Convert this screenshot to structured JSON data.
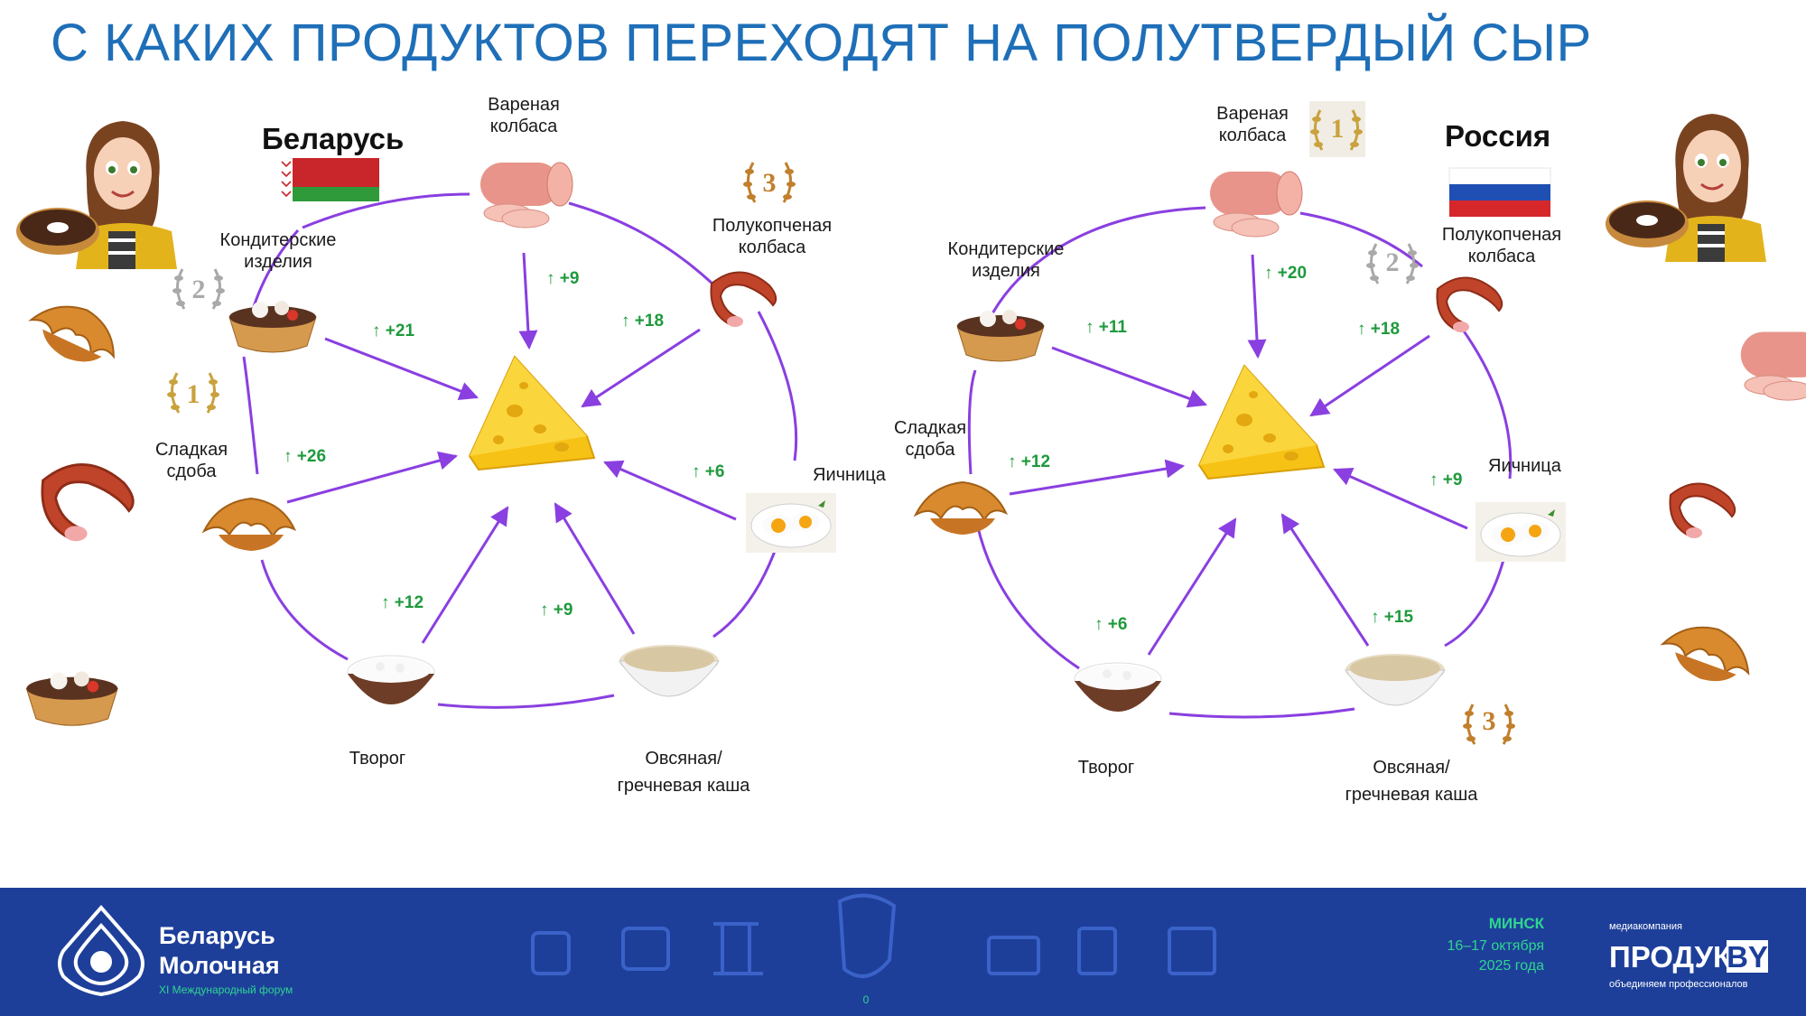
{
  "page": {
    "title": "С КАКИХ ПРОДУКТОВ ПЕРЕХОДЯТ НА ПОЛУТВЕРДЫЙ СЫР"
  },
  "colors": {
    "title": "#1e6fb8",
    "ring": "#8a3fe0",
    "delta": "#1e9a3c",
    "footer": "#1d3f9a",
    "footer_accent": "#2fd58f",
    "medal_gold": "#c9a23d",
    "medal_silver": "#a9a9a9",
    "medal_bronze": "#c17f2c"
  },
  "belarus": {
    "country": "Беларусь",
    "flag_icon": "belarus-flag-icon",
    "products": {
      "boiled_sausage": {
        "label_line1": "Вареная",
        "label_line2": "колбаса",
        "delta": "↑ +9",
        "icon": "boiled-sausage-icon"
      },
      "smoked_sausage": {
        "label_line1": "Полукопченая",
        "label_line2": "колбаса",
        "delta": "↑ +18",
        "icon": "smoked-sausage-icon",
        "rank": "3"
      },
      "eggs": {
        "label_line1": "Яичница",
        "delta": "↑ +6",
        "icon": "fried-eggs-icon"
      },
      "porridge": {
        "label_line1": "Овсяная/",
        "label_line2": "гречневая каша",
        "delta": "↑ +9",
        "icon": "porridge-bowl-icon"
      },
      "cottage": {
        "label_line1": "Творог",
        "delta": "↑ +12",
        "icon": "cottage-cheese-icon"
      },
      "sweet_bun": {
        "label_line1": "Сладкая",
        "label_line2": "сдоба",
        "delta": "↑ +26",
        "icon": "croissant-icon",
        "rank": "1"
      },
      "confectionery": {
        "label_line1": "Кондитерские",
        "label_line2": "изделия",
        "delta": "↑ +21",
        "icon": "tartlet-icon",
        "rank": "2"
      }
    }
  },
  "russia": {
    "country": "Россия",
    "flag_icon": "russia-flag-icon",
    "products": {
      "boiled_sausage": {
        "label_line1": "Вареная",
        "label_line2": "колбаса",
        "delta": "↑ +20",
        "icon": "boiled-sausage-icon",
        "rank": "1"
      },
      "smoked_sausage": {
        "label_line1": "Полукопченая",
        "label_line2": "колбаса",
        "delta": "↑ +18",
        "icon": "smoked-sausage-icon",
        "rank": "2"
      },
      "eggs": {
        "label_line1": "Яичница",
        "delta": "↑ +9",
        "icon": "fried-eggs-icon"
      },
      "porridge": {
        "label_line1": "Овсяная/",
        "label_line2": "гречневая каша",
        "delta": "↑ +15",
        "icon": "porridge-bowl-icon",
        "rank": "3"
      },
      "cottage": {
        "label_line1": "Творог",
        "delta": "↑ +6",
        "icon": "cottage-cheese-icon"
      },
      "sweet_bun": {
        "label_line1": "Сладкая",
        "label_line2": "сдоба",
        "delta": "↑ +12",
        "icon": "croissant-icon"
      },
      "confectionery": {
        "label_line1": "Кондитерские",
        "label_line2": "изделия",
        "delta": "↑ +11",
        "icon": "tartlet-icon"
      }
    }
  },
  "footer": {
    "brand_line1": "Беларусь",
    "brand_line2": "Молочная",
    "brand_sub": "XI Международный форум",
    "city": "МИНСК",
    "dates": "16–17 октября",
    "year": "2025 года",
    "media_top": "медиакомпания",
    "media_name": "ПРОДУКТ",
    "media_suffix": "BY",
    "media_tagline": "объединяем профессионалов",
    "page_mark": "0"
  }
}
